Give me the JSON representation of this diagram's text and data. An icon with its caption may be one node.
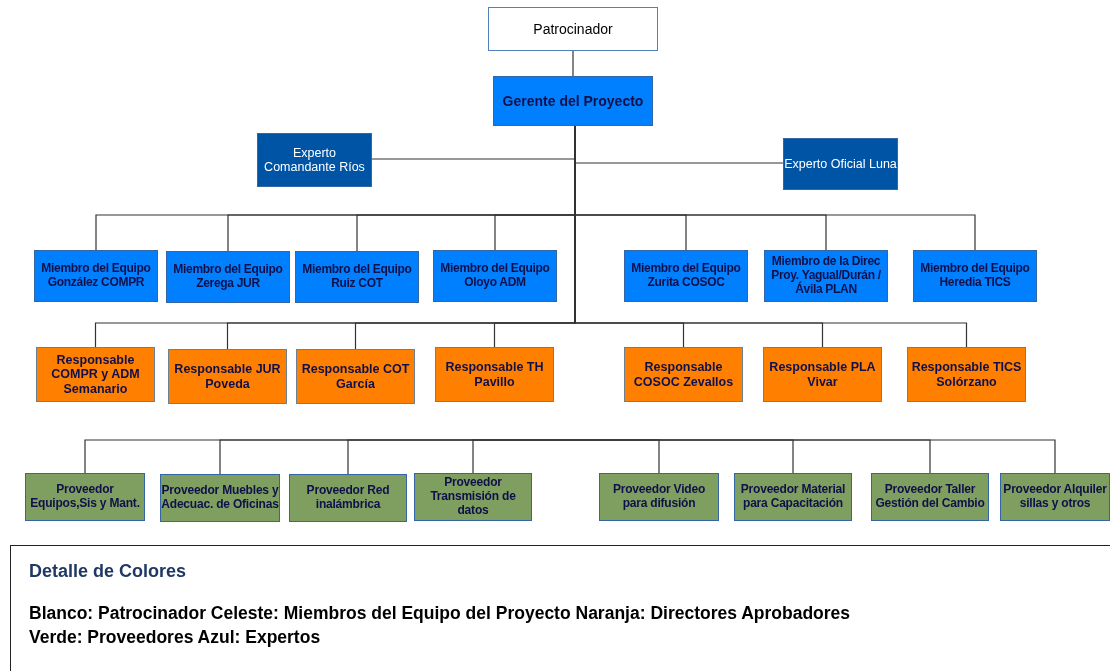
{
  "diagram": {
    "nodes": [
      {
        "text": [
          "Patrocinador"
        ]
      },
      {
        "text": [
          "Gerente del Proyecto"
        ]
      },
      {
        "text": [
          "Experto Comandante Ríos"
        ]
      },
      {
        "text": [
          "Experto Oficial Luna"
        ]
      },
      {
        "text": [
          "Miembro del Equipo González COMPR"
        ]
      },
      {
        "text": [
          "Miembro del Equipo Zerega JUR"
        ]
      },
      {
        "text": [
          "Miembro del Equipo Ruiz COT"
        ]
      },
      {
        "text": [
          "Miembro del Equipo Oloyo ADM"
        ]
      },
      {
        "text": [
          "Miembro del Equipo Zurita COSOC"
        ]
      },
      {
        "text": [
          "Miembro de la Direc Proy. Yagual/Durán / Ávila PLAN"
        ]
      },
      {
        "text": [
          "Miembro del Equipo Heredia TICS"
        ]
      },
      {
        "text": [
          "Responsable COMPR y ADM Semanario"
        ]
      },
      {
        "text": [
          "Responsable JUR Poveda"
        ]
      },
      {
        "text": [
          "Responsable COT García"
        ]
      },
      {
        "text": [
          "Responsable TH Pavillo"
        ]
      },
      {
        "text": [
          "Responsable COSOC Zevallos"
        ]
      },
      {
        "text": [
          "Responsable PLA Vivar"
        ]
      },
      {
        "text": [
          "Responsable TICS Solórzano"
        ]
      },
      {
        "text": [
          "Proveedor Equipos,Sis y Mant."
        ]
      },
      {
        "text": [
          "Proveedor Muebles y Adecuac. de Oficinas"
        ]
      },
      {
        "text": [
          "Proveedor Red inalámbrica"
        ]
      },
      {
        "text": [
          "Proveedor Transmisión de datos"
        ]
      },
      {
        "text": [
          "Proveedor Video para difusión"
        ]
      },
      {
        "text": [
          "Proveedor Material para Capacitación"
        ]
      },
      {
        "text": [
          "Proveedor Taller Gestión del Cambio"
        ]
      },
      {
        "text": [
          "Proveedor Alquiler sillas y otros"
        ]
      }
    ],
    "edges": [
      {
        "from": 0,
        "to": 1,
        "arrow": "none"
      },
      {
        "from": 1,
        "to": 2,
        "arrow": "none"
      },
      {
        "from": 1,
        "to": 3,
        "arrow": "none"
      },
      {
        "from": 1,
        "to": 4,
        "arrow": "none"
      },
      {
        "from": 1,
        "to": 5,
        "arrow": "none"
      },
      {
        "from": 1,
        "to": 6,
        "arrow": "none"
      },
      {
        "from": 1,
        "to": 7,
        "arrow": "none"
      },
      {
        "from": 1,
        "to": 8,
        "arrow": "none"
      },
      {
        "from": 1,
        "to": 9,
        "arrow": "none"
      },
      {
        "from": 1,
        "to": 10,
        "arrow": "none"
      },
      {
        "from": 1,
        "to": 11,
        "arrow": "none"
      },
      {
        "from": 1,
        "to": 12,
        "arrow": "none"
      },
      {
        "from": 1,
        "to": 13,
        "arrow": "none"
      },
      {
        "from": 1,
        "to": 14,
        "arrow": "none"
      },
      {
        "from": 1,
        "to": 15,
        "arrow": "none"
      },
      {
        "from": 1,
        "to": 16,
        "arrow": "none"
      },
      {
        "from": 1,
        "to": 17,
        "arrow": "none"
      },
      {
        "from": null,
        "to": 18,
        "arrow": "none"
      },
      {
        "from": null,
        "to": 19,
        "arrow": "none"
      },
      {
        "from": null,
        "to": 20,
        "arrow": "none"
      },
      {
        "from": null,
        "to": 21,
        "arrow": "none"
      },
      {
        "from": null,
        "to": 22,
        "arrow": "none"
      },
      {
        "from": null,
        "to": 23,
        "arrow": "none"
      },
      {
        "from": null,
        "to": 24,
        "arrow": "none"
      },
      {
        "from": null,
        "to": 25,
        "arrow": "none"
      }
    ],
    "labels": [
      "Detalle de Colores",
      "Blanco: Patrocinador Celeste: Miembros del Equipo del Proyecto Naranja: Directores Aprobadores",
      "Verde: Proveedores Azul: Expertos"
    ]
  }
}
